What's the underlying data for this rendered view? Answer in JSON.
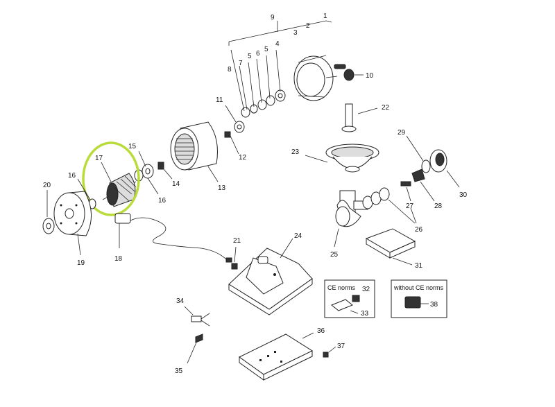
{
  "highlight_color": "#b9dc3a",
  "callouts": {
    "n1": "1",
    "n2": "2",
    "n3": "3",
    "n4": "4",
    "n5a": "5",
    "n5b": "5",
    "n6": "6",
    "n7": "7",
    "n8": "8",
    "n9": "9",
    "n10": "10",
    "n11": "11",
    "n12": "12",
    "n13": "13",
    "n14": "14",
    "n15": "15",
    "n16a": "16",
    "n16b": "16",
    "n17": "17",
    "n18": "18",
    "n19": "19",
    "n20": "20",
    "n21": "21",
    "n22": "22",
    "n23": "23",
    "n24": "24",
    "n25": "25",
    "n26": "26",
    "n27": "27",
    "n28": "28",
    "n29": "29",
    "n30": "30",
    "n31": "31",
    "n32": "32",
    "n33": "33",
    "n34": "34",
    "n35": "35",
    "n36": "36",
    "n37": "37",
    "n38": "38"
  },
  "boxes": {
    "ce_norms_label": "CE norms",
    "without_ce_norms_label": "without CE norms"
  }
}
